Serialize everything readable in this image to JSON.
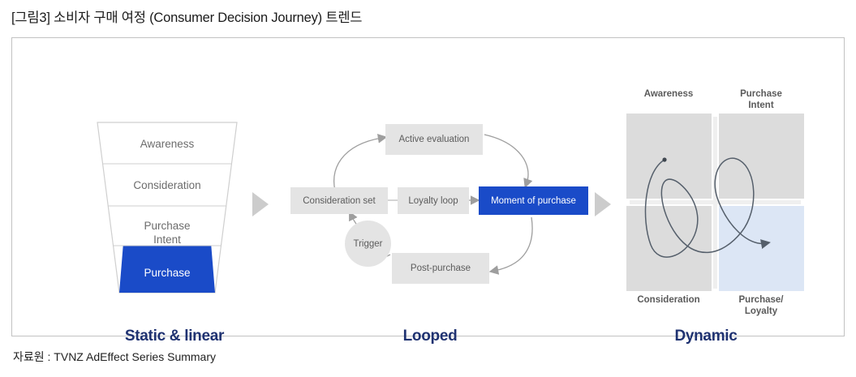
{
  "figure": {
    "title": "[그림3] 소비자 구매 여정 (Consumer Decision Journey) 트렌드",
    "source": "자료원 : TVNZ AdEffect Series Summary"
  },
  "colors": {
    "accent_blue": "#1a4bc8",
    "caption_navy": "#1f3271",
    "node_gray": "#e4e4e4",
    "quadrant_gray": "#dcdcdc",
    "quadrant_blue": "#dce6f5",
    "frame_border": "#c2c2c2",
    "arrow_gray": "#cccccc"
  },
  "stages": [
    {
      "caption": "Static & linear"
    },
    {
      "caption": "Looped"
    },
    {
      "caption": "Dynamic"
    }
  ],
  "funnel": {
    "levels": [
      {
        "label": "Awareness",
        "highlighted": false
      },
      {
        "label": "Consideration",
        "highlighted": false
      },
      {
        "label": "Purchase\nIntent",
        "highlighted": false
      },
      {
        "label": "Purchase",
        "highlighted": true
      }
    ]
  },
  "loop": {
    "nodes": [
      {
        "id": "active-evaluation",
        "label": "Active evaluation",
        "highlighted": false
      },
      {
        "id": "consideration-set",
        "label": "Consideration set",
        "highlighted": false
      },
      {
        "id": "loyalty-loop",
        "label": "Loyalty loop",
        "highlighted": false
      },
      {
        "id": "moment-of-purchase",
        "label": "Moment of purchase",
        "highlighted": true
      },
      {
        "id": "trigger",
        "label": "Trigger",
        "highlighted": false
      },
      {
        "id": "post-purchase",
        "label": "Post-purchase",
        "highlighted": false
      }
    ]
  },
  "quadrants": {
    "top_left": "Awareness",
    "top_right": "Purchase\nIntent",
    "bottom_left": "Consideration",
    "bottom_right": "Purchase/\nLoyalty"
  }
}
